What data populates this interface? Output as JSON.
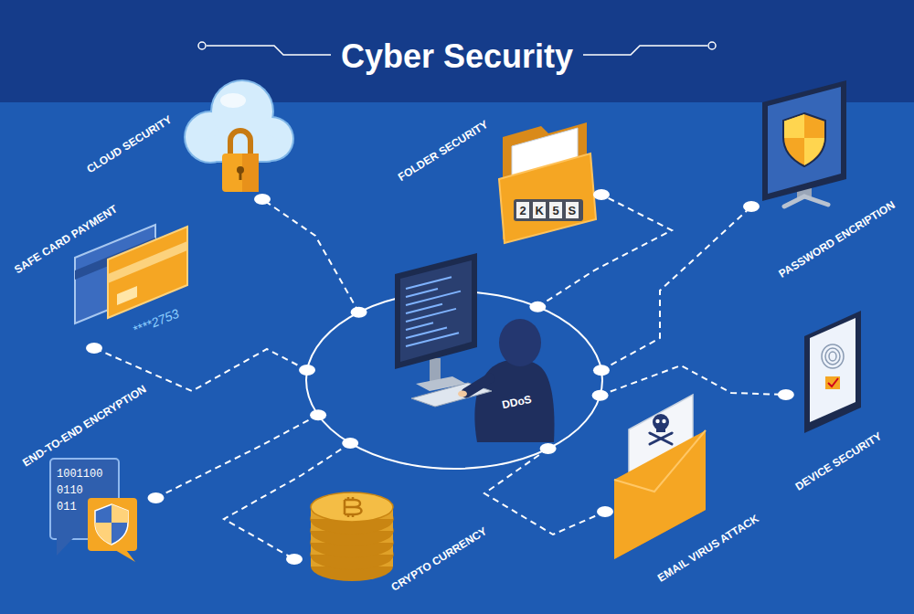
{
  "diagram": {
    "title": "Cyber Security",
    "nodes": [
      {
        "text": [
          "CLOUD SECURITY"
        ]
      },
      {
        "text": [
          "FOLDER SECURITY"
        ]
      },
      {
        "text": [
          "PASSWORD ENCRIPTION"
        ]
      },
      {
        "text": [
          "SAFE CARD PAYMENT"
        ]
      },
      {
        "text": [
          "DDoS"
        ]
      },
      {
        "text": [
          "DEVICE SECURITY"
        ]
      },
      {
        "text": [
          "END-TO-END ENCRYPTION"
        ]
      },
      {
        "text": [
          "EMAIL VIRUS ATTACK"
        ]
      },
      {
        "text": [
          "CRYPTO CURRENCY"
        ]
      }
    ],
    "edges": [
      {
        "from": 4,
        "to": 0,
        "arrow": "none"
      },
      {
        "from": 4,
        "to": 1,
        "arrow": "none"
      },
      {
        "from": 4,
        "to": 2,
        "arrow": "none"
      },
      {
        "from": 4,
        "to": 3,
        "arrow": "none"
      },
      {
        "from": 4,
        "to": 5,
        "arrow": "none"
      },
      {
        "from": 4,
        "to": 6,
        "arrow": "none"
      },
      {
        "from": 4,
        "to": 7,
        "arrow": "none"
      },
      {
        "from": 4,
        "to": 8,
        "arrow": "none"
      }
    ],
    "labels": [
      "****2753",
      "2",
      "K",
      "5",
      "S",
      "1001100",
      "0110",
      "011"
    ]
  }
}
